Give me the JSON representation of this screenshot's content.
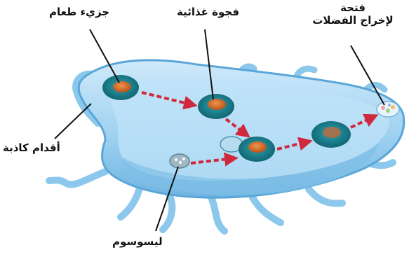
{
  "labels": {
    "food_particle": "جزيء طعام",
    "food_vacuole": "فجوة غذائية",
    "waste_opening_line1": "فتحة",
    "waste_opening_line2": "لإخراج الفضلات",
    "pseudopods": "أقدام كاذبة",
    "lysosome": "ليسوسوم"
  },
  "colors": {
    "cell_fill": "#a9d7f2",
    "cell_inner": "#c9e8fa",
    "cell_edge": "#5aa6d8",
    "pseudopod": "#8cc8ec",
    "vacuole_outer": "#1f8a9a",
    "vacuole_core": "#d76b2b",
    "arrow": "#d0283c",
    "leader": "#111111"
  }
}
